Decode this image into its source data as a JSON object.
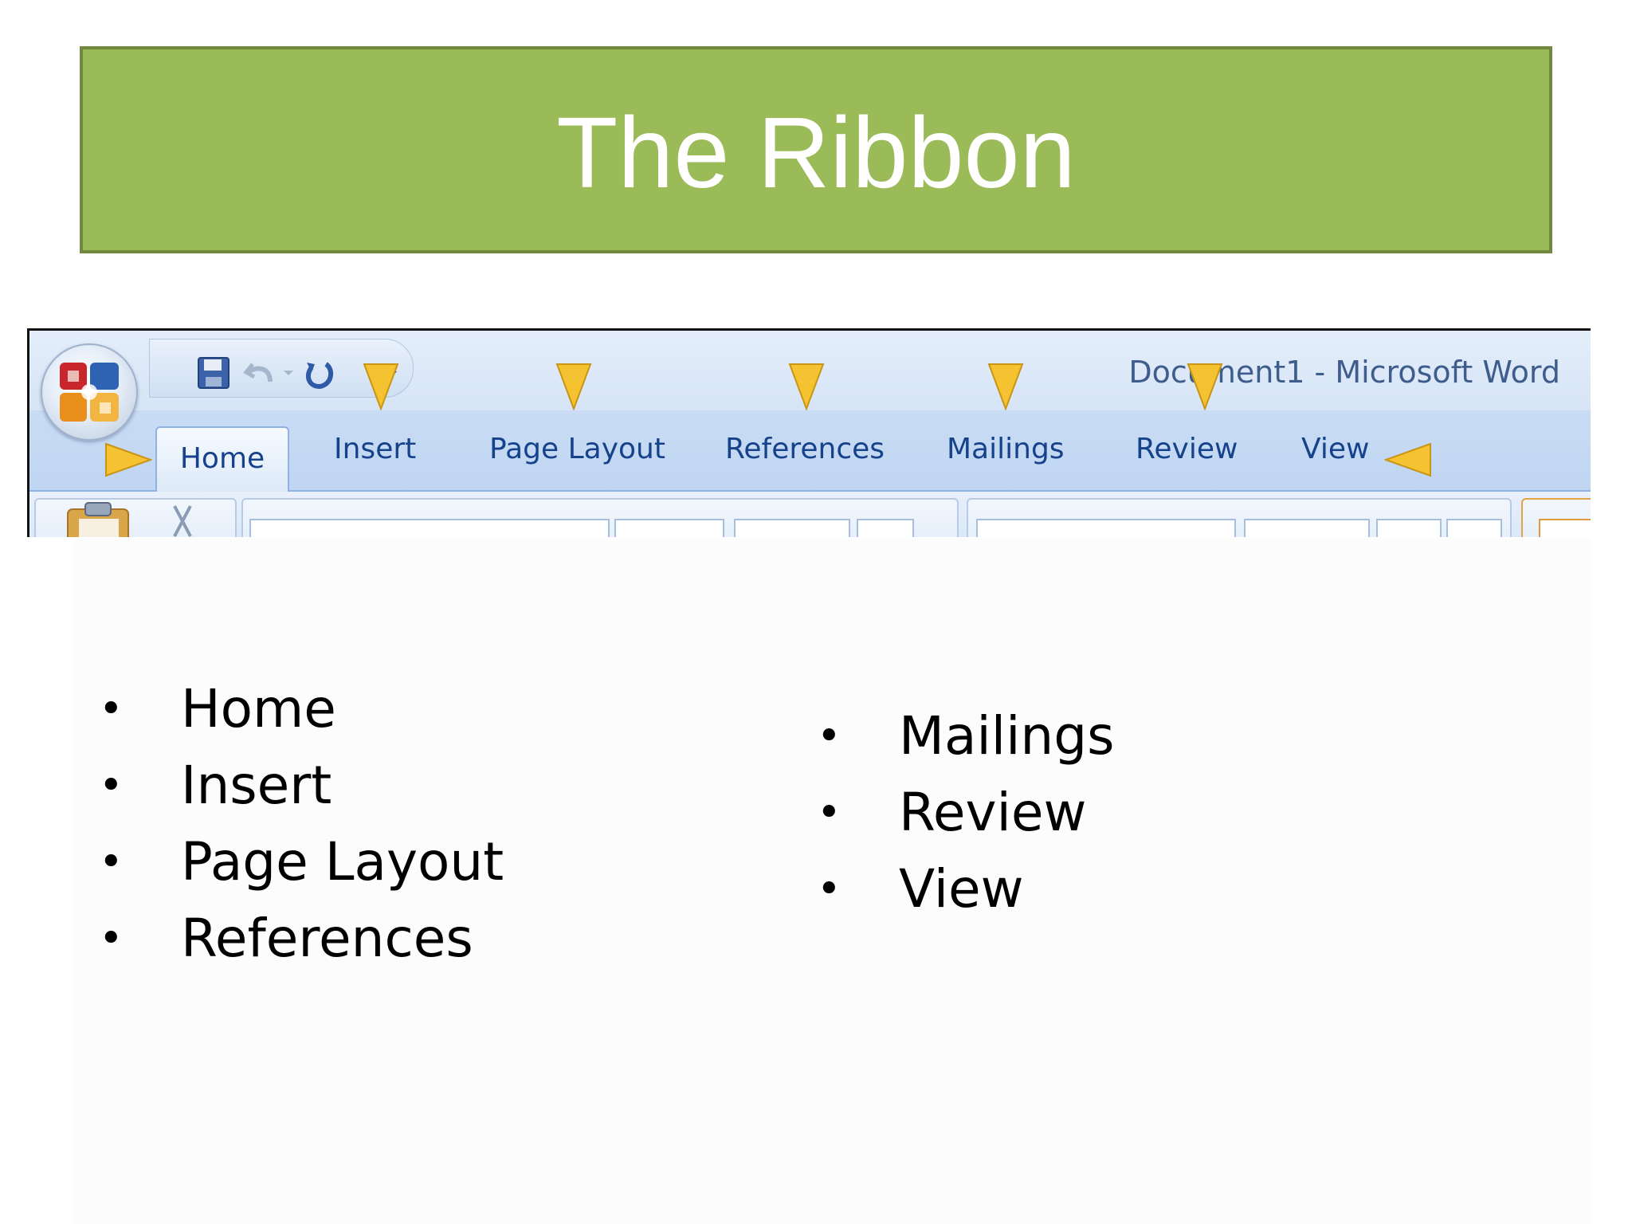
{
  "slide": {
    "title": "The Ribbon"
  },
  "ribbon": {
    "window_title": "Document1 - Microsoft Word",
    "tabs": [
      {
        "label": "Home"
      },
      {
        "label": "Insert"
      },
      {
        "label": "Page Layout"
      },
      {
        "label": "References"
      },
      {
        "label": "Mailings"
      },
      {
        "label": "Review"
      },
      {
        "label": "View"
      }
    ],
    "icons": {
      "office_button": "office-logo-icon",
      "save": "save-icon",
      "undo": "undo-icon",
      "redo": "redo-icon",
      "customize": "chevron-down-icon",
      "marker": "yellow-arrow-marker"
    },
    "colors": {
      "marker": "#f5c232",
      "tab_text": "#15428b",
      "title_text": "#3e5d8c"
    }
  },
  "bullets": {
    "left": [
      "Home",
      "Insert",
      "Page Layout",
      "References"
    ],
    "right": [
      "Mailings",
      "Review",
      "View"
    ]
  },
  "colors": {
    "title_fill": "#9bbb59",
    "title_border": "#71893f",
    "title_text": "#ffffff"
  }
}
